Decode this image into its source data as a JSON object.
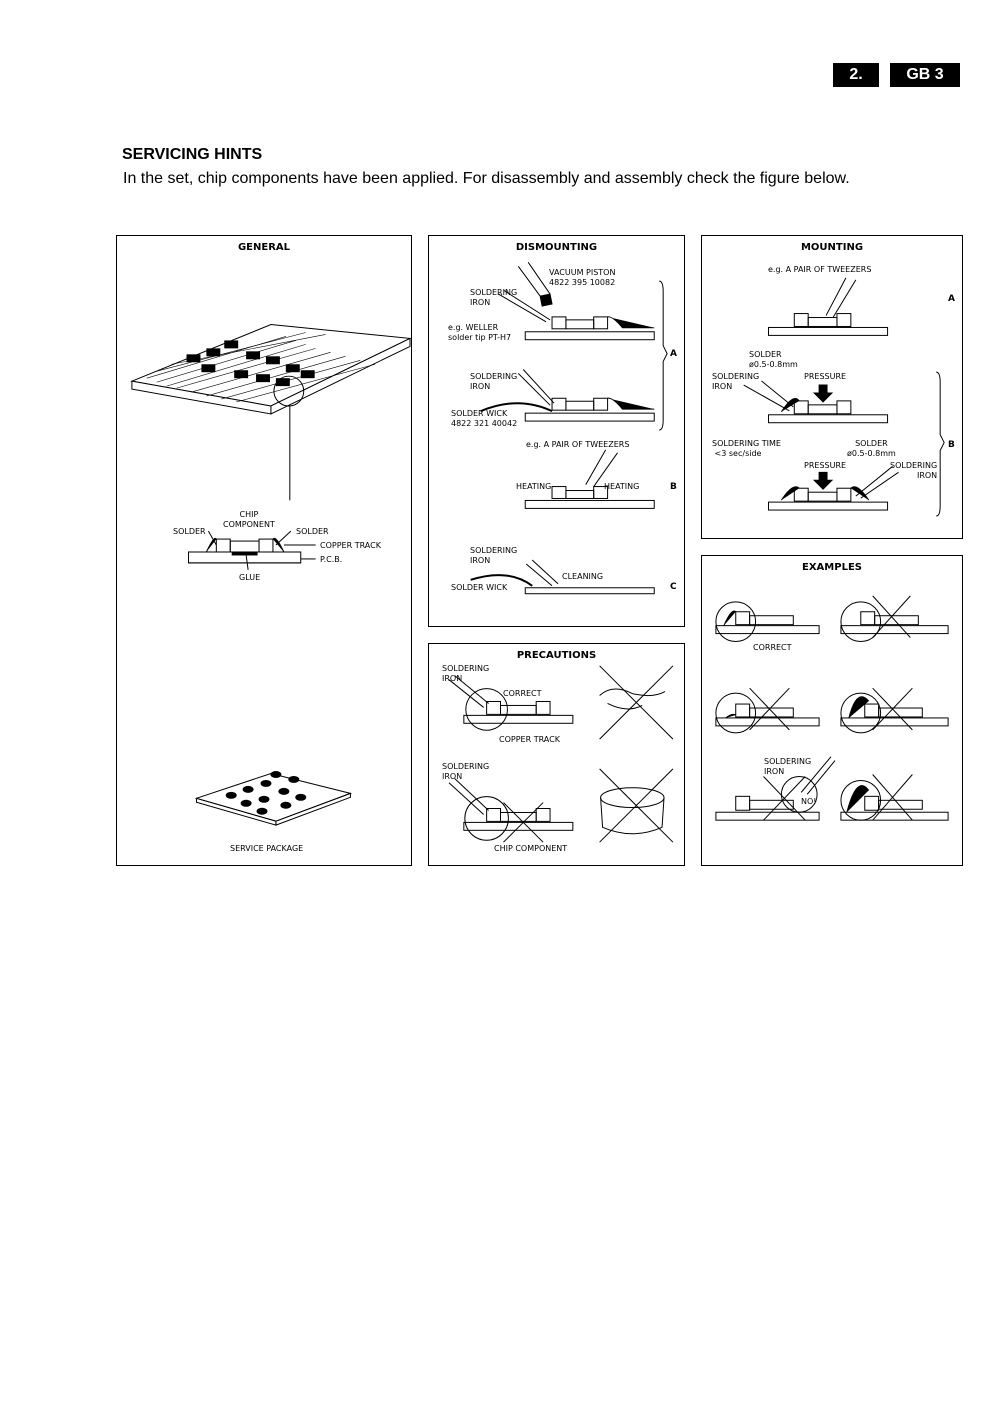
{
  "header": {
    "chapter": "2.",
    "page": "GB 3"
  },
  "section": {
    "title": "SERVICING HINTS",
    "intro": "In the set, chip components have been applied. For disassembly and assembly check the figure below."
  },
  "general": {
    "title": "GENERAL",
    "chip_component": "CHIP\nCOMPONENT",
    "solder_left": "SOLDER",
    "solder_right": "SOLDER",
    "copper_track": "COPPER TRACK",
    "pcb": "P.C.B.",
    "glue": "GLUE",
    "service_package": "SERVICE PACKAGE"
  },
  "dismounting": {
    "title": "DISMOUNTING",
    "vacuum_piston": "VACUUM PISTON\n4822 395 10082",
    "soldering_iron_1": "SOLDERING\nIRON",
    "weller": "e.g. WELLER\nsolder tip PT-H7",
    "soldering_iron_2": "SOLDERING\nIRON",
    "solder_wick": "SOLDER WICK\n4822 321 40042",
    "tweezers": "e.g. A PAIR OF TWEEZERS",
    "heating_left": "HEATING",
    "heating_right": "HEATING",
    "soldering_iron_3": "SOLDERING\nIRON",
    "cleaning": "CLEANING",
    "solder_wick_2": "SOLDER WICK",
    "mark_a": "A",
    "mark_b": "B",
    "mark_c": "C"
  },
  "mounting": {
    "title": "MOUNTING",
    "tweezers": "e.g. A PAIR OF TWEEZERS",
    "solder": "SOLDER\nø0.5-0.8mm",
    "soldering_iron": "SOLDERING\nIRON",
    "pressure_1": "PRESSURE",
    "soldering_time": "SOLDERING TIME\n <3 sec/side",
    "solder_2": "SOLDER\nø0.5-0.8mm",
    "pressure_2": "PRESSURE",
    "soldering_iron_2": "SOLDERING\nIRON",
    "mark_a": "A",
    "mark_b": "B"
  },
  "precautions": {
    "title": "PRECAUTIONS",
    "soldering_iron_1": "SOLDERING\nIRON",
    "correct": "CORRECT",
    "copper_track": "COPPER TRACK",
    "soldering_iron_2": "SOLDERING\nIRON",
    "chip_component": "CHIP COMPONENT"
  },
  "examples": {
    "title": "EXAMPLES",
    "correct": "CORRECT",
    "soldering_iron": "SOLDERING\nIRON",
    "no": "NO!"
  }
}
